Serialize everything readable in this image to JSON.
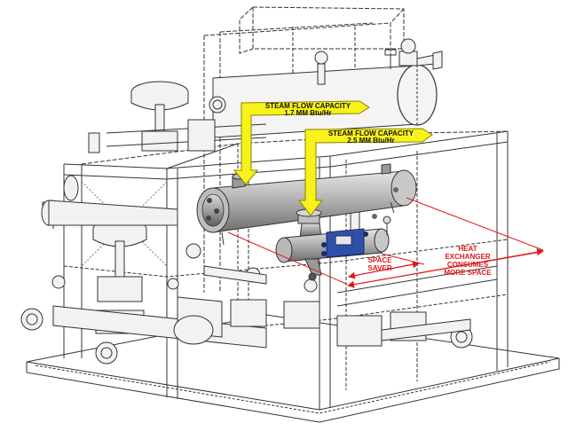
{
  "callouts": {
    "upper": {
      "line1": "STEAM FLOW CAPACITY",
      "line2": "1.7 MM Btu/Hr"
    },
    "lower": {
      "line1": "STEAM FLOW CAPACITY",
      "line2": "2.5 MM Btu/Hr"
    }
  },
  "annotations": {
    "space_saver": {
      "line1": "SPACE",
      "line2": "SAVER"
    },
    "heat_exchanger": {
      "line1": "HEAT",
      "line2": "EXCHANGER",
      "line3": "CONSUMES",
      "line4": "MORE SPACE"
    }
  },
  "colors": {
    "callout_fill": "#f6f21a",
    "callout_stroke": "#8a8400",
    "annotation": "#e01818",
    "linework": "#333333",
    "vessel": "#a9a9a9",
    "valve_body": "#2f4fa8"
  }
}
